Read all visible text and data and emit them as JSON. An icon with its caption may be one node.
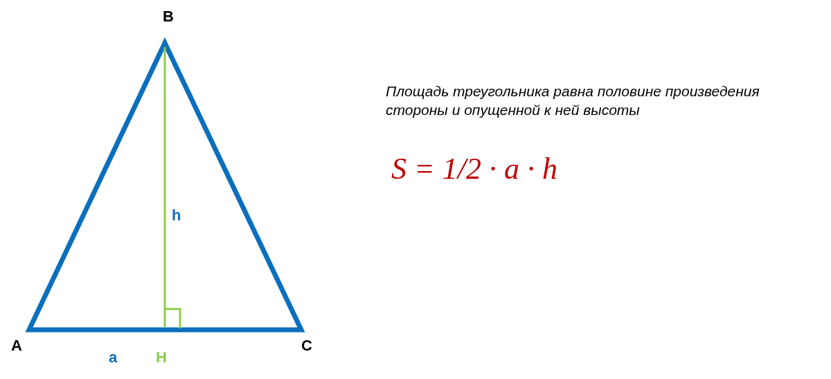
{
  "diagram": {
    "labels": [
      "B",
      "Площадь треугольника равна половине произведения стороны и опущенной к ней высоты",
      "S = 1/2 · a · h",
      "h",
      "A",
      "C",
      "a",
      "H"
    ]
  }
}
